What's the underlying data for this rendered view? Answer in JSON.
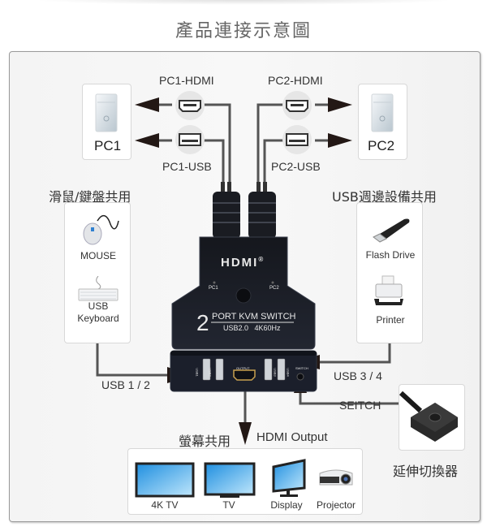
{
  "title": "產品連接示意圖",
  "pcs": [
    {
      "name": "PC1",
      "hdmi_label": "PC1-HDMI",
      "usb_label": "PC1-USB"
    },
    {
      "name": "PC2",
      "hdmi_label": "PC2-HDMI",
      "usb_label": "PC2-USB"
    }
  ],
  "left_group": {
    "heading": "滑鼠/鍵盤共用",
    "items": [
      {
        "label": "MOUSE",
        "icon": "mouse-icon"
      },
      {
        "label_line1": "USB",
        "label_line2": "Keyboard",
        "icon": "keyboard-icon"
      }
    ],
    "port_label": "USB 1 / 2"
  },
  "right_group": {
    "heading": "USB週邊設備共用",
    "items": [
      {
        "label": "Flash Drive",
        "icon": "flash-drive-icon"
      },
      {
        "label": "Printer",
        "icon": "printer-icon"
      }
    ],
    "port_label": "USB 3 / 4"
  },
  "switch": {
    "brand": "HDMI",
    "registered": "®",
    "led1": "PC1",
    "led2": "PC2",
    "big_number": "2",
    "model": "PORT KVM SWITCH",
    "spec": "USB2.0   4K60Hz",
    "ports": [
      "USB1",
      "USB2",
      "OUTPUT",
      "USB3",
      "USB4",
      "SWITCH"
    ]
  },
  "remote": {
    "cable_label": "SEITCH",
    "caption": "延伸切換器"
  },
  "output": {
    "heading_cjk": "螢幕共用",
    "heading": "HDMI Output",
    "devices": [
      {
        "label": "4K TV",
        "icon": "tv-4k-icon"
      },
      {
        "label": "TV",
        "icon": "tv-icon"
      },
      {
        "label": "Display",
        "icon": "monitor-icon"
      },
      {
        "label": "Projector",
        "icon": "projector-icon"
      }
    ]
  },
  "colors": {
    "wire": "#555555",
    "arrow": "#231815",
    "switch_body": "#1c1f27",
    "screen_blue": "#2b9be0"
  }
}
